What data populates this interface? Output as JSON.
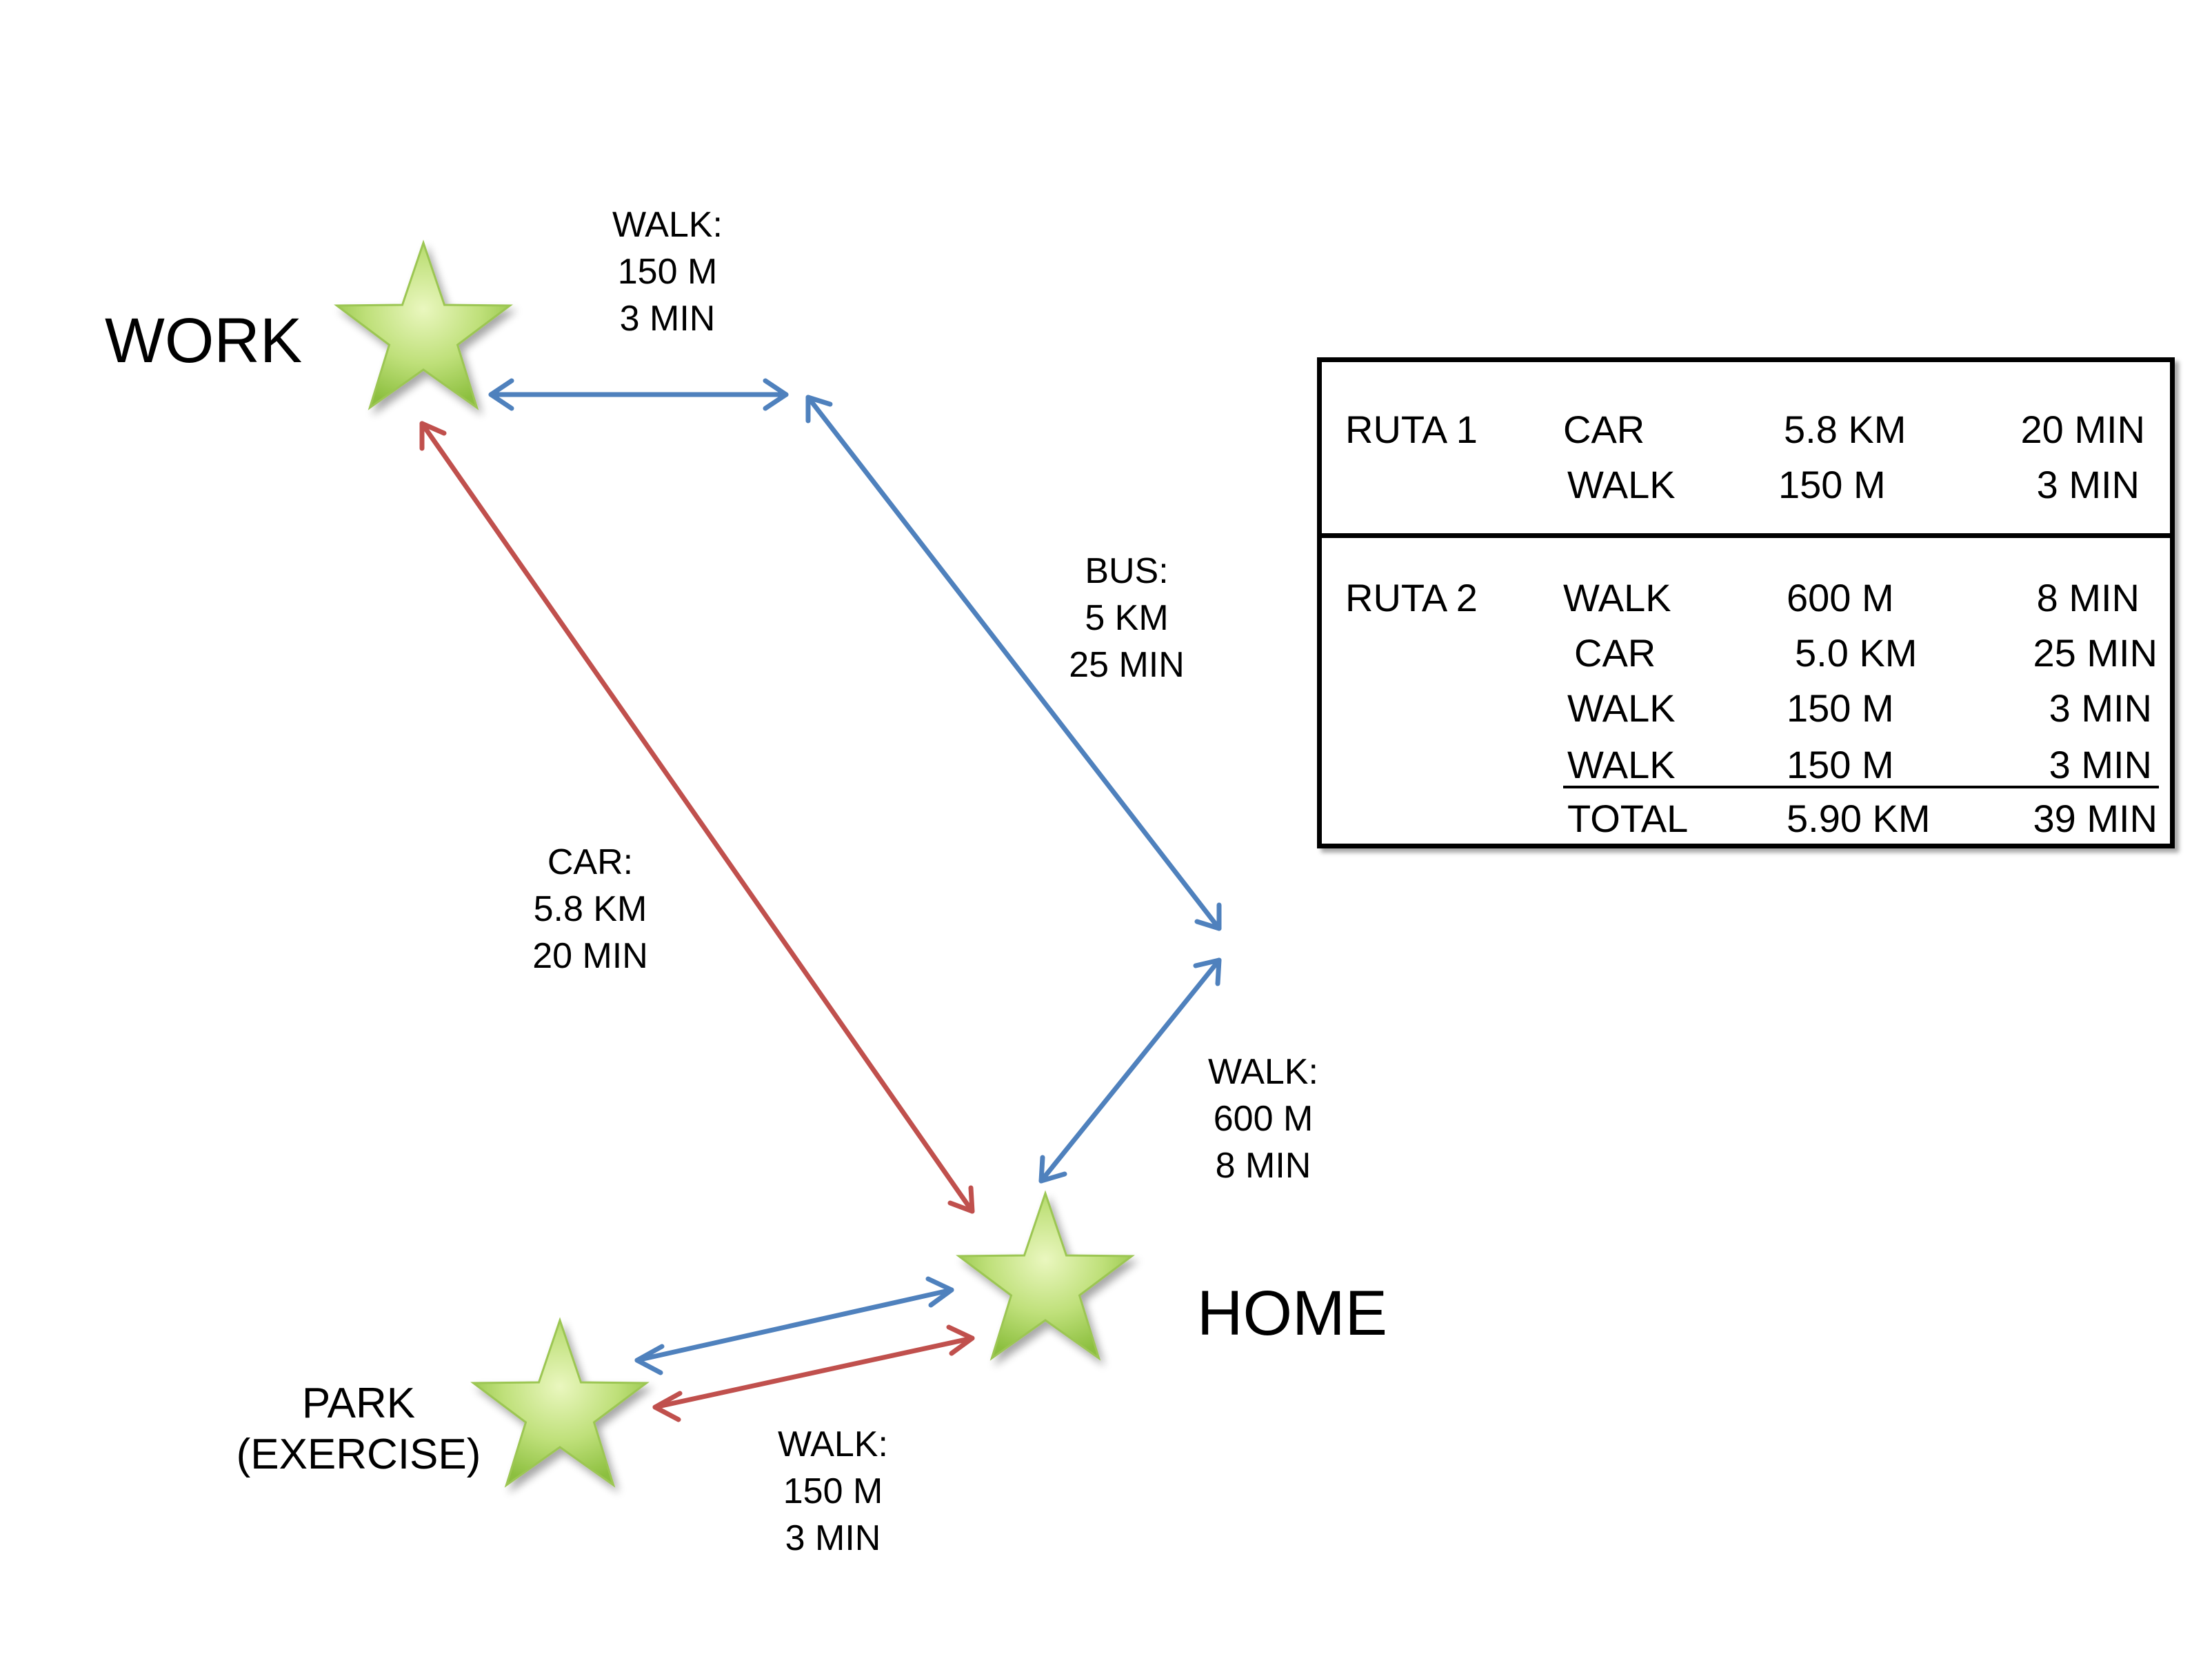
{
  "places": {
    "work": "WORK",
    "home": "HOME",
    "park": [
      "PARK",
      "(EXERCISE)"
    ]
  },
  "edges": {
    "work_walk": [
      "WALK:",
      "150 M",
      "3 MIN"
    ],
    "bus": [
      "BUS:",
      "5 KM",
      "25 MIN"
    ],
    "car": [
      "CAR:",
      "5.8 KM",
      "20 MIN"
    ],
    "home_walk": [
      "WALK:",
      "600 M",
      "8 MIN"
    ],
    "park_walk": [
      "WALK:",
      "150 M",
      "3 MIN"
    ]
  },
  "table": {
    "route1": {
      "label": "RUTA 1",
      "rows": [
        {
          "mode": "CAR",
          "distance": "5.8 KM",
          "time": "20 MIN"
        },
        {
          "mode": "WALK",
          "distance": "150 M",
          "time": "3 MIN"
        }
      ]
    },
    "route2": {
      "label": "RUTA 2",
      "rows": [
        {
          "mode": "WALK",
          "distance": "600 M",
          "time": "8 MIN"
        },
        {
          "mode": "CAR",
          "distance": "5.0 KM",
          "time": "25 MIN"
        },
        {
          "mode": "WALK",
          "distance": "150 M",
          "time": "3 MIN"
        },
        {
          "mode": "WALK",
          "distance": "150 M",
          "time": "3 MIN"
        }
      ],
      "total": {
        "mode": "TOTAL",
        "distance": "5.90 KM",
        "time": "39 MIN"
      }
    }
  },
  "colors": {
    "walk_bus_arrow": "#4f81bd",
    "car_arrow": "#c0504d",
    "star_fill": "#a9d45c",
    "star_edge": "#8fb84a"
  }
}
